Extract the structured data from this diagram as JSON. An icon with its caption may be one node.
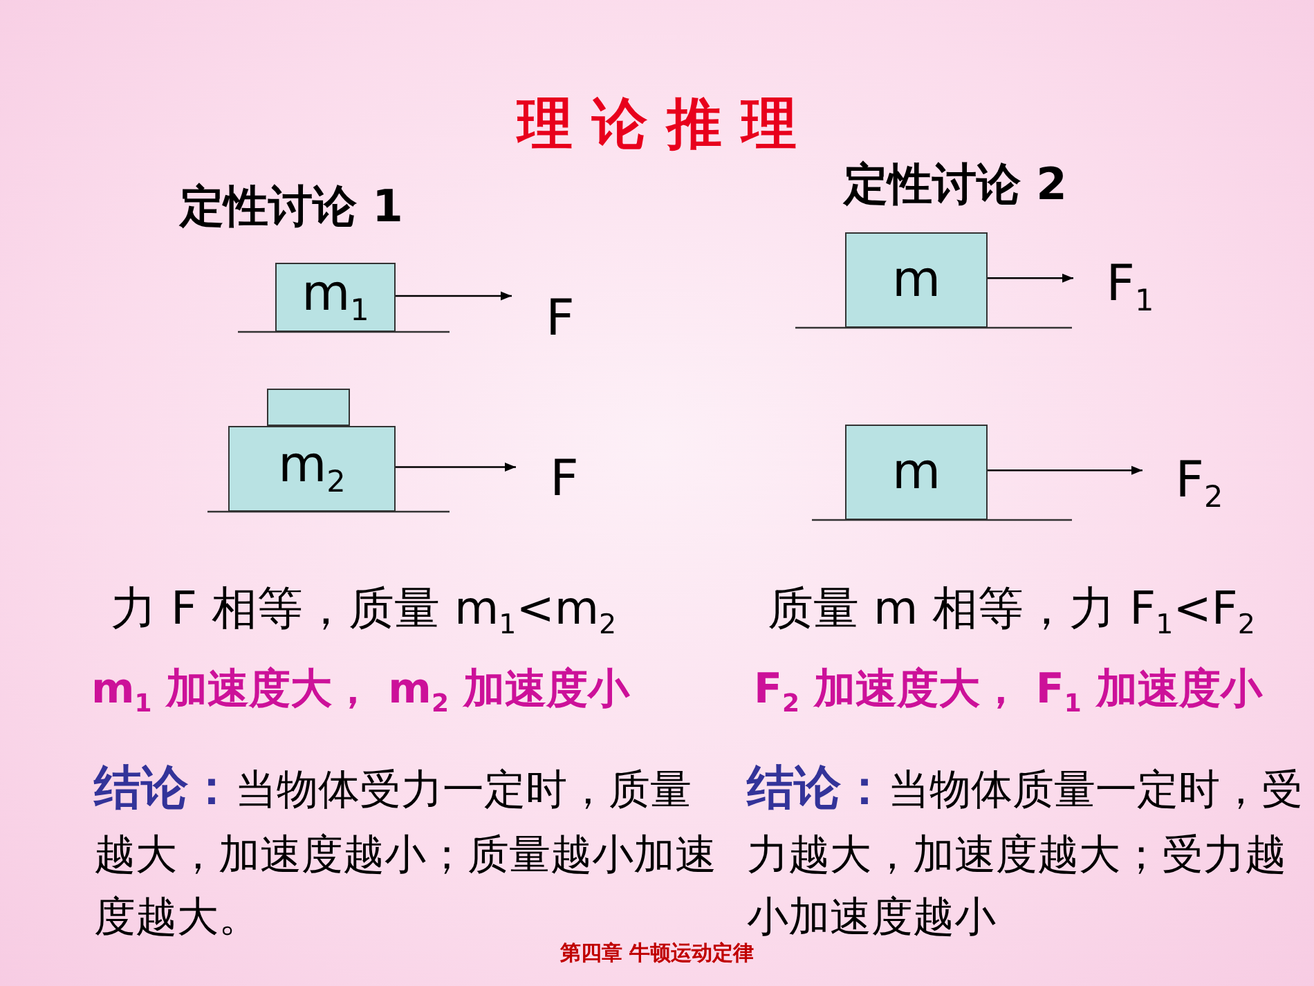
{
  "diagram": {
    "title": "理 论 推 理",
    "nodes": [
      {
        "text": [
          "m$_{1}$"
        ]
      },
      {
        "text": [],
        "shape": "box"
      },
      {
        "text": [
          "m$_{2}$"
        ]
      },
      {
        "text": [
          "m"
        ]
      },
      {
        "text": [
          "m"
        ]
      },
      {
        "text": [
          "F"
        ]
      },
      {
        "text": [
          "F"
        ]
      },
      {
        "text": [
          "F$_{1}$"
        ]
      },
      {
        "text": [
          "F$_{2}$"
        ]
      }
    ],
    "edges": [
      {
        "from": 0,
        "to": 5,
        "arrow": "to"
      },
      {
        "from": 2,
        "to": 6,
        "arrow": "to"
      },
      {
        "from": 3,
        "to": 7,
        "arrow": "to"
      },
      {
        "from": 4,
        "to": 8,
        "arrow": "to"
      }
    ],
    "labels": [
      "定性讨论 1",
      "定性讨论 2",
      "力 F 相等，质量 m$_{1}$<m$_{2}$",
      "质量 m 相等，力 F$_{1}$<F$_{2}$",
      "m$_{1}$ 加速度大， m$_{2}$ 加速度小",
      "F$_{2}$ 加速度大， F$_{1}$ 加速度小",
      "结论：",
      "当物体受力一定时，质量越大，加速度越小；质量越小加速度越大。",
      "结论：",
      "当物体质量一定时，受力越大，加速度越大；受力越小加速度越小",
      "第四章 牛顿运动定律"
    ]
  }
}
